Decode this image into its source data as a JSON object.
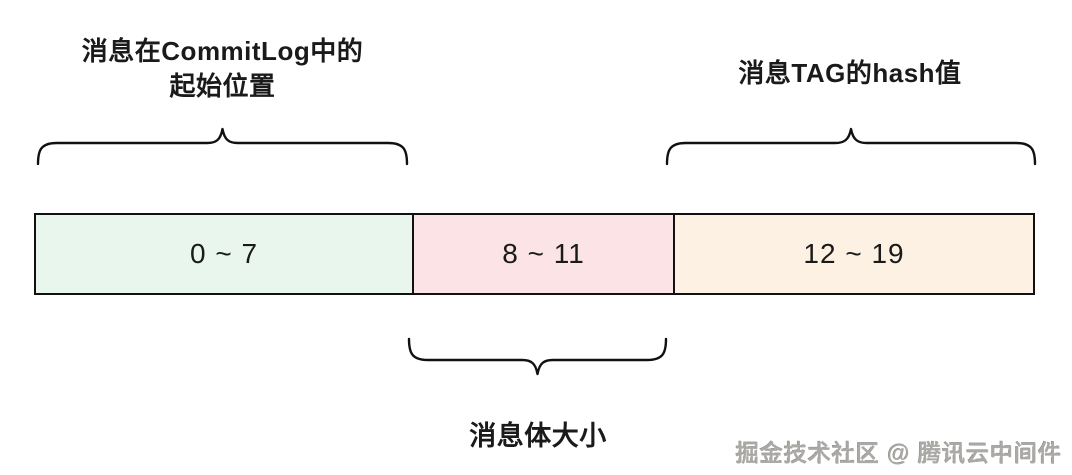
{
  "diagram": {
    "labels": {
      "commitlog_offset_line1": "消息在CommitLog中的",
      "commitlog_offset_line2": "起始位置",
      "tag_hash": "消息TAG的hash值",
      "body_size": "消息体大小"
    },
    "segments": [
      {
        "range": "0 ~ 7",
        "color": "#e9f6ee"
      },
      {
        "range": "8 ~ 11",
        "color": "#fbe3e6"
      },
      {
        "range": "12 ~ 19",
        "color": "#fdf1e4"
      }
    ],
    "colors": {
      "border": "#111111",
      "text": "#1a1a1a",
      "watermark": "#aba9a5"
    },
    "watermark": "掘金技术社区 @ 腾讯云中间件"
  }
}
